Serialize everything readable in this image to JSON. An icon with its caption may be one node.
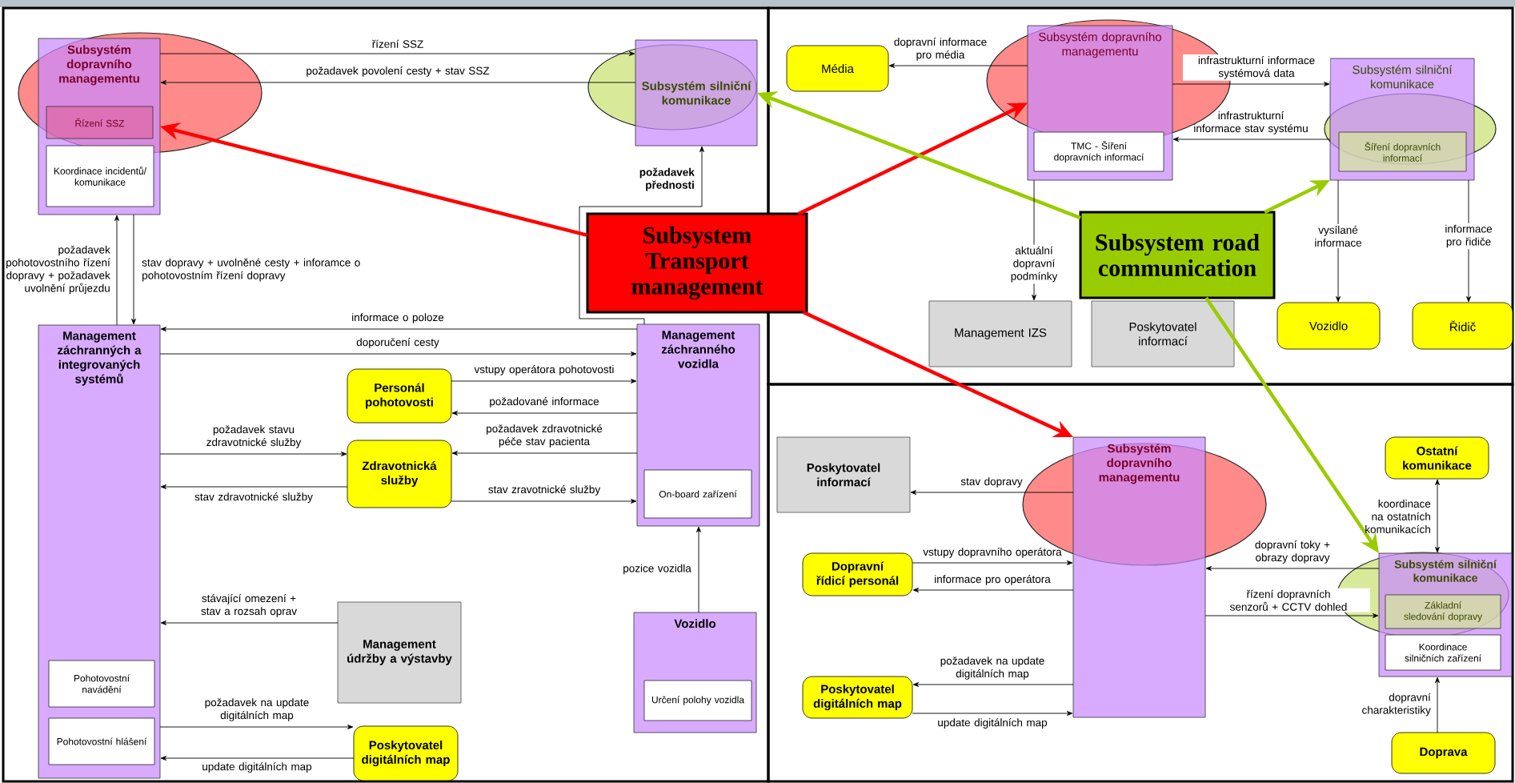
{
  "diagram": {
    "nodes": [
      {
        "text": [
          "Subsystém dopravního managementu"
        ]
      },
      {
        "text": [
          "Řízení SSZ"
        ],
        "in": 0
      },
      {
        "text": [
          "Koordinace incidentů/ komunikace"
        ],
        "in": 0
      },
      {
        "text": [
          "Subsystém silniční komunikace"
        ]
      },
      {
        "text": [
          "Management záchranných a integrovaných systémů"
        ]
      },
      {
        "text": [
          "Pohotovostní navádění"
        ],
        "in": 4
      },
      {
        "text": [
          "Pohotovostní hlášení"
        ],
        "in": 4
      },
      {
        "text": [
          "Management záchranného vozidla"
        ]
      },
      {
        "text": [
          "On-board zařízení"
        ],
        "in": 7
      },
      {
        "text": [
          "Personál pohotovosti"
        ]
      },
      {
        "text": [
          "Zdravotnická služby"
        ]
      },
      {
        "text": [
          "Management údržby a výstavby"
        ]
      },
      {
        "text": [
          "Poskytovatel digitálních map"
        ]
      },
      {
        "text": [
          "Vozidlo"
        ]
      },
      {
        "text": [
          "Určení polohy vozidla"
        ],
        "in": 13
      },
      {
        "text": [
          "Subsystem Transport management"
        ]
      },
      {
        "text": [
          "Média"
        ]
      },
      {
        "text": [
          "Subsystém dopravního managementu"
        ]
      },
      {
        "text": [
          "TMC - Šíření dopravních informací"
        ],
        "in": 17
      },
      {
        "text": [
          "Subsystém silniční komunikace"
        ]
      },
      {
        "text": [
          "Šíření dopravních informací"
        ],
        "in": 19
      },
      {
        "text": [
          "Subsystem road communication"
        ]
      },
      {
        "text": [
          "Management IZS"
        ]
      },
      {
        "text": [
          "Poskytovatel informací"
        ]
      },
      {
        "text": [
          "Vozidlo"
        ]
      },
      {
        "text": [
          "Řidič"
        ]
      },
      {
        "text": [
          "Poskytovatel informací"
        ]
      },
      {
        "text": [
          "Subsystém dopravního managementu"
        ]
      },
      {
        "text": [
          "Dopravní řídicí personál"
        ]
      },
      {
        "text": [
          "Poskytovatel digitálních map"
        ]
      },
      {
        "text": [
          "Ostatní komunikace"
        ]
      },
      {
        "text": [
          "Subsystém silniční komunikace"
        ]
      },
      {
        "text": [
          "Základní sledování dopravy"
        ],
        "in": 31
      },
      {
        "text": [
          "Koordinace silničních zařízení"
        ],
        "in": 31
      },
      {
        "text": [
          "Doprava"
        ]
      }
    ],
    "edges": [
      {
        "from": 0,
        "to": 3,
        "arrow": "to",
        "label": "řízení SSZ"
      },
      {
        "from": 3,
        "to": 0,
        "arrow": "to",
        "label": "požadavek povolení cesty + stav SSZ"
      },
      {
        "from": 4,
        "to": 0,
        "arrow": "to",
        "label": "požadavek pohotovostního řízení dopravy + požadavek uvolnění průjezdu"
      },
      {
        "from": 0,
        "to": 4,
        "arrow": "to",
        "label": "stav dopravy + uvolněné cesty + inforamce o pohotovostním řízení dopravy"
      },
      {
        "from": 7,
        "to": 3,
        "arrow": "to",
        "label": "požadavek přednosti"
      },
      {
        "from": 7,
        "to": 4,
        "arrow": "to",
        "label": "informace o poloze"
      },
      {
        "from": 4,
        "to": 7,
        "arrow": "to",
        "label": "doporučení cesty"
      },
      {
        "from": 9,
        "to": 7,
        "arrow": "to",
        "label": "vstupy operátora pohotovosti"
      },
      {
        "from": 7,
        "to": 9,
        "arrow": "to",
        "label": "požadované informace"
      },
      {
        "from": 4,
        "to": 10,
        "arrow": "to",
        "label": "požadavek stavu zdravotnické služby"
      },
      {
        "from": 10,
        "to": 4,
        "arrow": "to",
        "label": "stav zdravotnické služby"
      },
      {
        "from": 7,
        "to": 10,
        "arrow": "to",
        "label": "požadavek zdravotnické péče stav pacienta"
      },
      {
        "from": 10,
        "to": 7,
        "arrow": "to",
        "label": "stav zravotnické služby"
      },
      {
        "from": 13,
        "to": 7,
        "arrow": "to",
        "label": "pozice vozidla"
      },
      {
        "from": 11,
        "to": 4,
        "arrow": "to",
        "label": "stávající omezení + stav a rozsah oprav"
      },
      {
        "from": 4,
        "to": 12,
        "arrow": "to",
        "label": "požadavek na update digitálních map"
      },
      {
        "from": 12,
        "to": 4,
        "arrow": "to",
        "label": "update digitálních map"
      },
      {
        "from": 15,
        "to": 0,
        "arrow": "to",
        "style": "thick",
        "color": "#ff0000"
      },
      {
        "from": 15,
        "to": 17,
        "arrow": "to",
        "style": "thick",
        "color": "#ff0000"
      },
      {
        "from": 15,
        "to": 27,
        "arrow": "to",
        "style": "thick",
        "color": "#ff0000"
      },
      {
        "from": 21,
        "to": 3,
        "arrow": "to",
        "style": "thick",
        "color": "#99cc00"
      },
      {
        "from": 21,
        "to": 19,
        "arrow": "to",
        "style": "thick",
        "color": "#99cc00"
      },
      {
        "from": 21,
        "to": 31,
        "arrow": "to",
        "style": "thick",
        "color": "#99cc00"
      },
      {
        "from": 17,
        "to": 16,
        "arrow": "to",
        "label": "dopravní informace pro média"
      },
      {
        "from": 17,
        "to": 19,
        "arrow": "to",
        "label": "infrastrukturní informace systémová data"
      },
      {
        "from": 19,
        "to": 17,
        "arrow": "to",
        "label": "infrastrukturní informace stav systému"
      },
      {
        "from": 17,
        "to": 22,
        "arrow": "to",
        "label": "aktuální dopravní podmínky"
      },
      {
        "from": 19,
        "to": 24,
        "arrow": "to",
        "label": "vysílané informace"
      },
      {
        "from": 19,
        "to": 25,
        "arrow": "to",
        "label": "informace pro řidiče"
      },
      {
        "from": 27,
        "to": 26,
        "arrow": "to",
        "label": "stav dopravy"
      },
      {
        "from": 28,
        "to": 27,
        "arrow": "to",
        "label": "vstupy dopravního operátora"
      },
      {
        "from": 27,
        "to": 28,
        "arrow": "to",
        "label": "informace pro operátora"
      },
      {
        "from": 31,
        "to": 27,
        "arrow": "to",
        "label": "dopravní toky + obrazy dopravy"
      },
      {
        "from": 27,
        "to": 31,
        "arrow": "to",
        "label": "řízení dopravních senzorů + CCTV dohled"
      },
      {
        "from": 27,
        "to": 29,
        "arrow": "to",
        "label": "požadavek na update digitálních map"
      },
      {
        "from": 29,
        "to": 27,
        "arrow": "to",
        "label": "update digitálních map"
      },
      {
        "from": 30,
        "to": 31,
        "arrow": "both",
        "label": "koordinace na ostatních komunikacích"
      },
      {
        "from": 34,
        "to": 31,
        "arrow": "to",
        "label": "dopravní charakteristiky"
      }
    ]
  }
}
